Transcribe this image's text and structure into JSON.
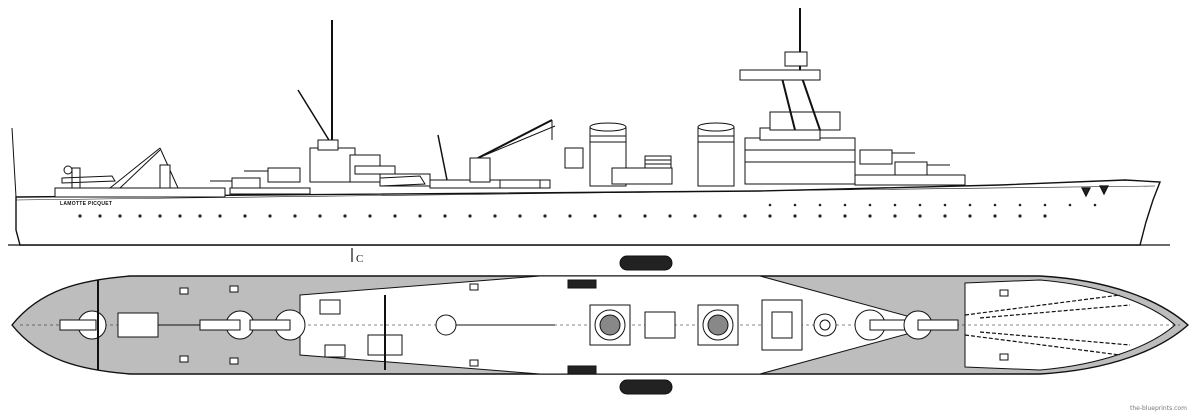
{
  "ship": {
    "name_plate": "LAMOTTE PICQUET"
  },
  "section_label": "C",
  "credit": "the-blueprints.com",
  "colors": {
    "ink": "#111111",
    "hull_fill": "#ffffff",
    "deck_fill": "#bdbdbd",
    "port_fill": "#222222"
  }
}
